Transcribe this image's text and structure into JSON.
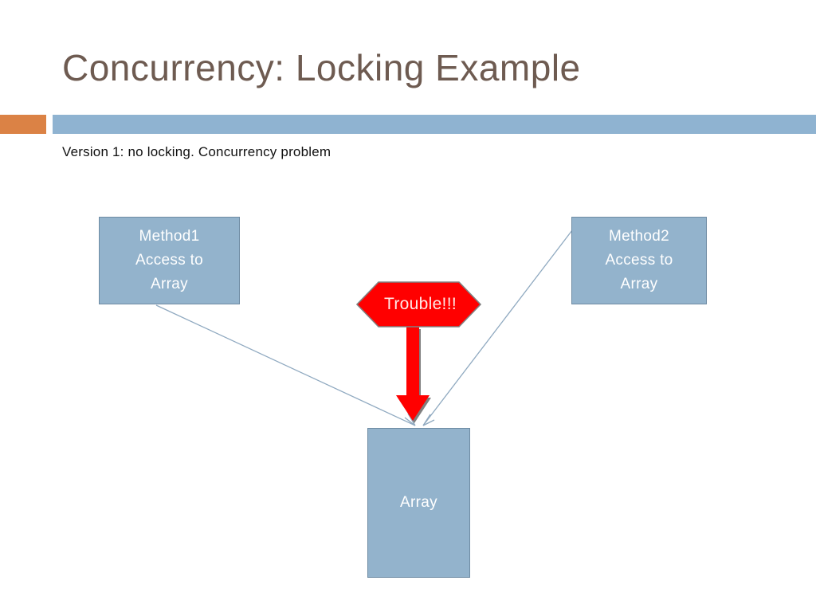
{
  "slide": {
    "title": "Concurrency: Locking Example",
    "subtitle": "Version 1: no locking. Concurrency problem",
    "title_color": "#6E5B51",
    "accent_orange": "#DB8245",
    "accent_blue": "#8FB3D1"
  },
  "diagram": {
    "type": "concurrency-flow",
    "box_fill": "#93B3CC",
    "box_border": "#6E8BA3",
    "box_text_color": "#FFFFFF",
    "connector_color": "#8FA9C0",
    "alert_fill": "#FF0000",
    "alert_border": "#808080",
    "alert_text_color": "#FFE9E6",
    "nodes": [
      {
        "id": "method1",
        "lines": [
          "Method1",
          "Access to",
          "Array"
        ],
        "line1": "Method1",
        "line2": "Access to",
        "line3": "Array"
      },
      {
        "id": "method2",
        "lines": [
          "Method2",
          "Access to",
          "Array"
        ],
        "line1": "Method2",
        "line2": "Access to",
        "line3": "Array"
      },
      {
        "id": "array",
        "label": "Array"
      }
    ],
    "alert": {
      "label": "Trouble!!!"
    },
    "connectors": [
      {
        "from": "method1",
        "to": "array",
        "style": "thin-arrow"
      },
      {
        "from": "method2",
        "to": "array",
        "style": "thin-arrow"
      },
      {
        "from": "alert",
        "to": "array",
        "style": "thick-red-arrow"
      }
    ]
  }
}
